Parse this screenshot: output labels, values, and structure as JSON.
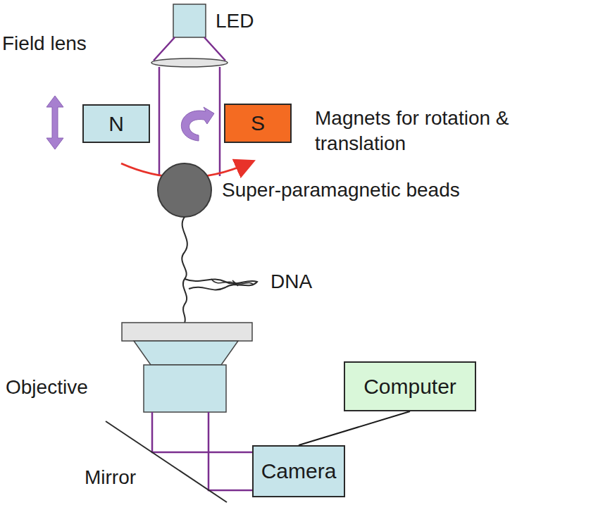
{
  "diagram": {
    "nodes": [
      {
        "text": [
          "N"
        ]
      },
      {
        "text": [
          "S"
        ]
      },
      {
        "text": [
          "Computer"
        ]
      },
      {
        "text": [
          "Camera"
        ]
      }
    ],
    "edges": [
      {
        "from": 2,
        "to": 3,
        "arrow": "none"
      }
    ],
    "labels": [
      "LED",
      "Field lens",
      "Magnets for rotation & translation",
      "Super-paramagnetic beads",
      "DNA",
      "Objective",
      "Mirror"
    ]
  }
}
